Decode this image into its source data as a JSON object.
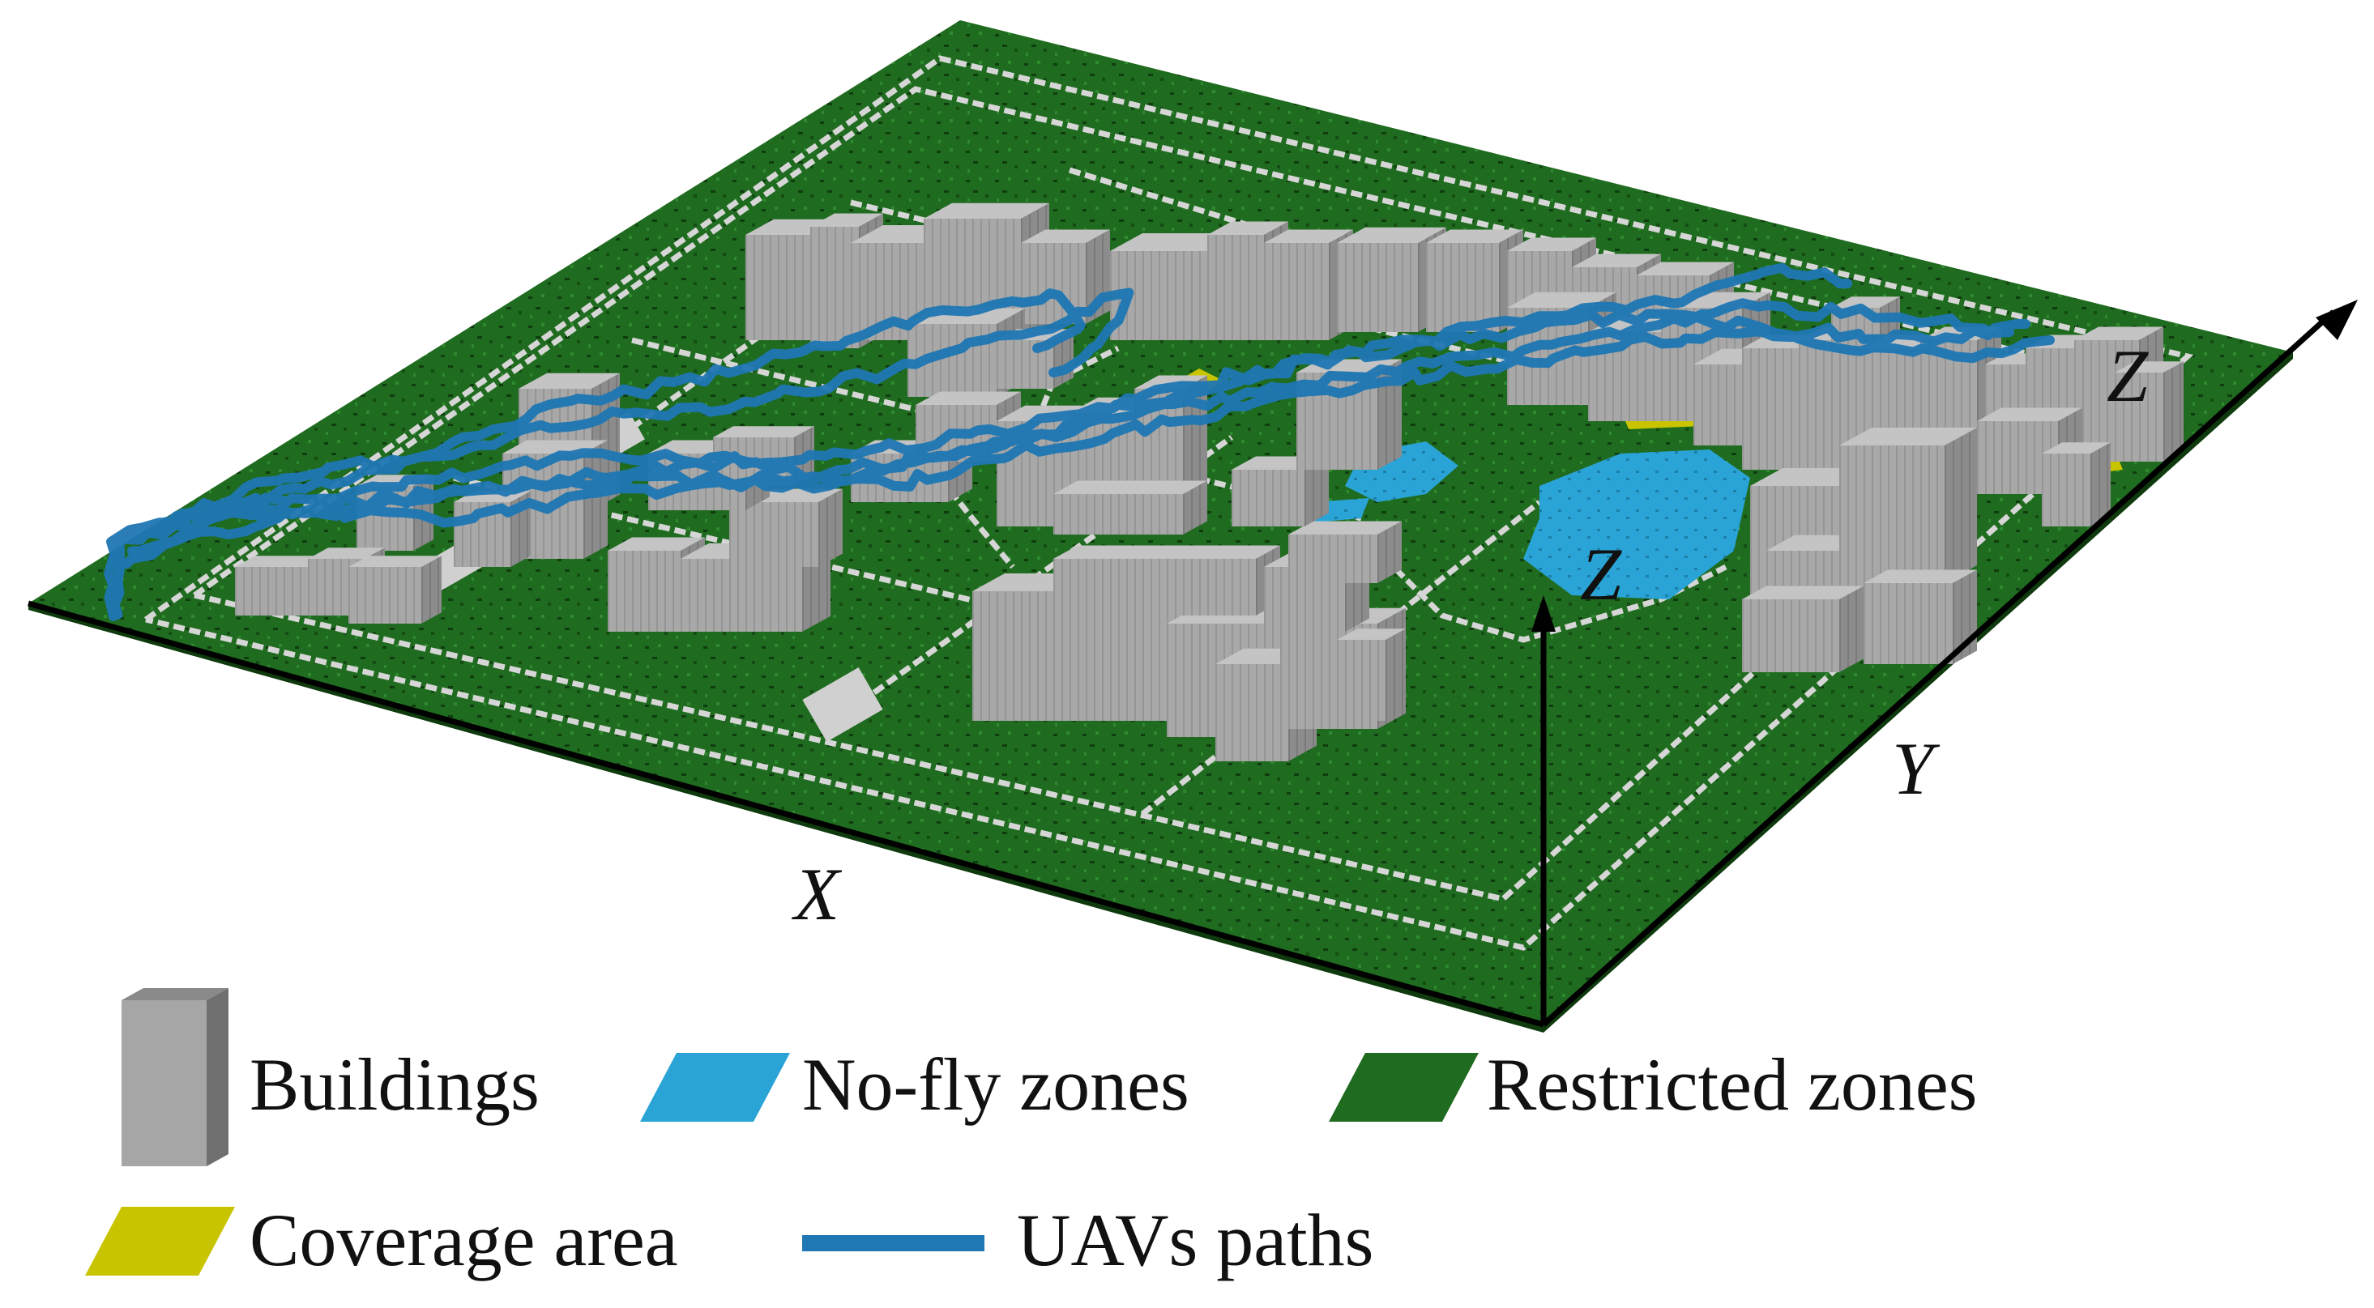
{
  "axes": {
    "x_label": "X",
    "y_label": "Y",
    "z_label_corner": "Z",
    "z_label_right": "Z"
  },
  "legend": {
    "buildings": "Buildings",
    "no_fly_zones": "No-fly zones",
    "restricted_zones": "Restricted zones",
    "coverage_area": "Coverage area",
    "uav_paths": "UAVs paths"
  },
  "colors": {
    "restricted_ground": "#1f6b1f",
    "building_front": "#a9a9a9",
    "building_side": "#8e8e8e",
    "building_top": "#c4c4c4",
    "no_fly": "#2aa4d6",
    "coverage": "#c9c400",
    "uav_path": "#1f77b4",
    "road": "#d6d6d6",
    "axis": "#000000"
  }
}
